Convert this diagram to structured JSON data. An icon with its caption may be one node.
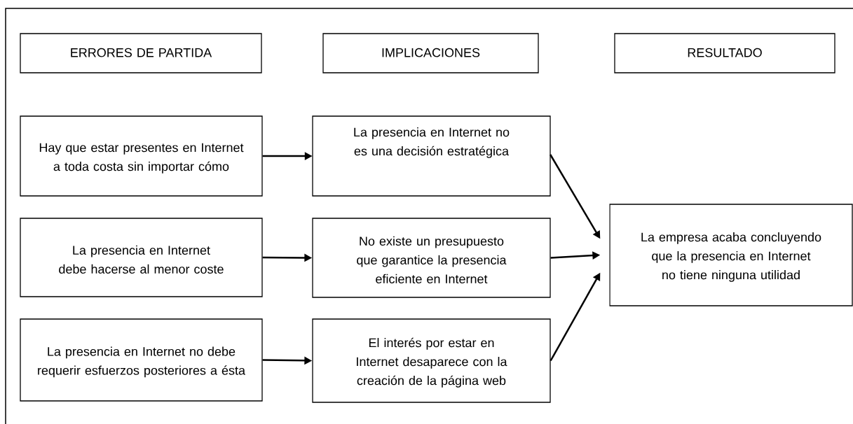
{
  "diagram": {
    "nodes": [
      {
        "text": [
          "ERRORES DE PARTIDA"
        ]
      },
      {
        "text": [
          "IMPLICACIONES"
        ]
      },
      {
        "text": [
          "RESULTADO"
        ]
      },
      {
        "text": [
          "Hay que estar presentes en Internet a toda costa sin importar cómo"
        ]
      },
      {
        "text": [
          "La presencia en Internet no es una decisión estratégica"
        ]
      },
      {
        "text": [
          "La presencia en Internet debe hacerse al menor coste"
        ]
      },
      {
        "text": [
          "No existe un presupuesto que garantice la presencia eficiente en Internet"
        ]
      },
      {
        "text": [
          "La presencia en Internet no debe requerir esfuerzos posteriores a ésta"
        ]
      },
      {
        "text": [
          "El interés por estar en Internet desaparece con la creación de la página web"
        ]
      },
      {
        "text": [
          "La empresa acaba concluyendo que la presencia en Internet no tiene ninguna utilidad"
        ]
      }
    ],
    "edges": [
      {
        "from": 3,
        "to": 4,
        "arrow": "to"
      },
      {
        "from": 5,
        "to": 6,
        "arrow": "to"
      },
      {
        "from": 7,
        "to": 8,
        "arrow": "to"
      },
      {
        "from": 4,
        "to": 9,
        "arrow": "to"
      },
      {
        "from": 6,
        "to": 9,
        "arrow": "to"
      },
      {
        "from": 8,
        "to": 9,
        "arrow": "to"
      }
    ]
  }
}
